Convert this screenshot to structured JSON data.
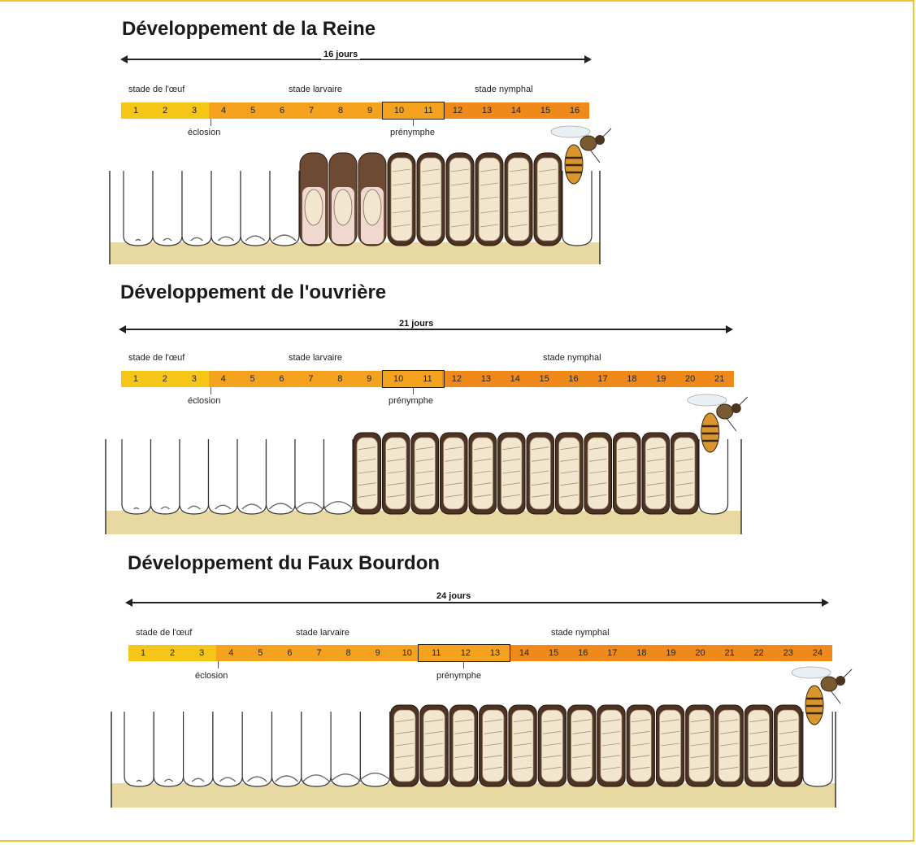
{
  "colors": {
    "egg": "#f5c518",
    "larva": "#f5a31e",
    "nymph": "#ef8a1a",
    "comb_base": "#e8d9a2",
    "cap_dark": "#4e3322",
    "cap_mid": "#6d4a33",
    "pupa": "#f3e6cf",
    "frame": "#f2c230"
  },
  "sections": [
    {
      "title": "Développement de la Reine",
      "duration": "16 jours",
      "stages": {
        "egg": "stade de l'œuf",
        "larva": "stade larvaire",
        "nymph": "stade nymphal"
      },
      "days": [
        "1",
        "2",
        "3",
        "4",
        "5",
        "6",
        "7",
        "8",
        "9",
        "10",
        "11",
        "12",
        "13",
        "14",
        "15",
        "16"
      ],
      "egg_days": 3,
      "larva_end": 11,
      "prenymph": [
        10,
        11
      ],
      "eclosion": "éclosion",
      "prenymph_label": "prénymphe",
      "cells_open": 6,
      "cells_larva": 3
    },
    {
      "title": "Développement de l'ouvrière",
      "duration": "21 jours",
      "stages": {
        "egg": "stade de l'œuf",
        "larva": "stade larvaire",
        "nymph": "stade nymphal"
      },
      "days": [
        "1",
        "2",
        "3",
        "4",
        "5",
        "6",
        "7",
        "8",
        "9",
        "10",
        "11",
        "12",
        "13",
        "14",
        "15",
        "16",
        "17",
        "18",
        "19",
        "20",
        "21"
      ],
      "egg_days": 3,
      "larva_end": 11,
      "prenymph": [
        10,
        11
      ],
      "eclosion": "éclosion",
      "prenymph_label": "prénymphe",
      "cells_open": 8,
      "cells_larva": 0
    },
    {
      "title": "Développement du Faux Bourdon",
      "duration": "24 jours",
      "stages": {
        "egg": "stade de l'œuf",
        "larva": "stade larvaire",
        "nymph": "stade nymphal"
      },
      "days": [
        "1",
        "2",
        "3",
        "4",
        "5",
        "6",
        "7",
        "8",
        "9",
        "10",
        "11",
        "12",
        "13",
        "14",
        "15",
        "16",
        "17",
        "18",
        "19",
        "20",
        "21",
        "22",
        "23",
        "24"
      ],
      "egg_days": 3,
      "larva_end": 13,
      "prenymph": [
        11,
        13
      ],
      "eclosion": "éclosion",
      "prenymph_label": "prénymphe",
      "cells_open": 9,
      "cells_larva": 0
    }
  ]
}
